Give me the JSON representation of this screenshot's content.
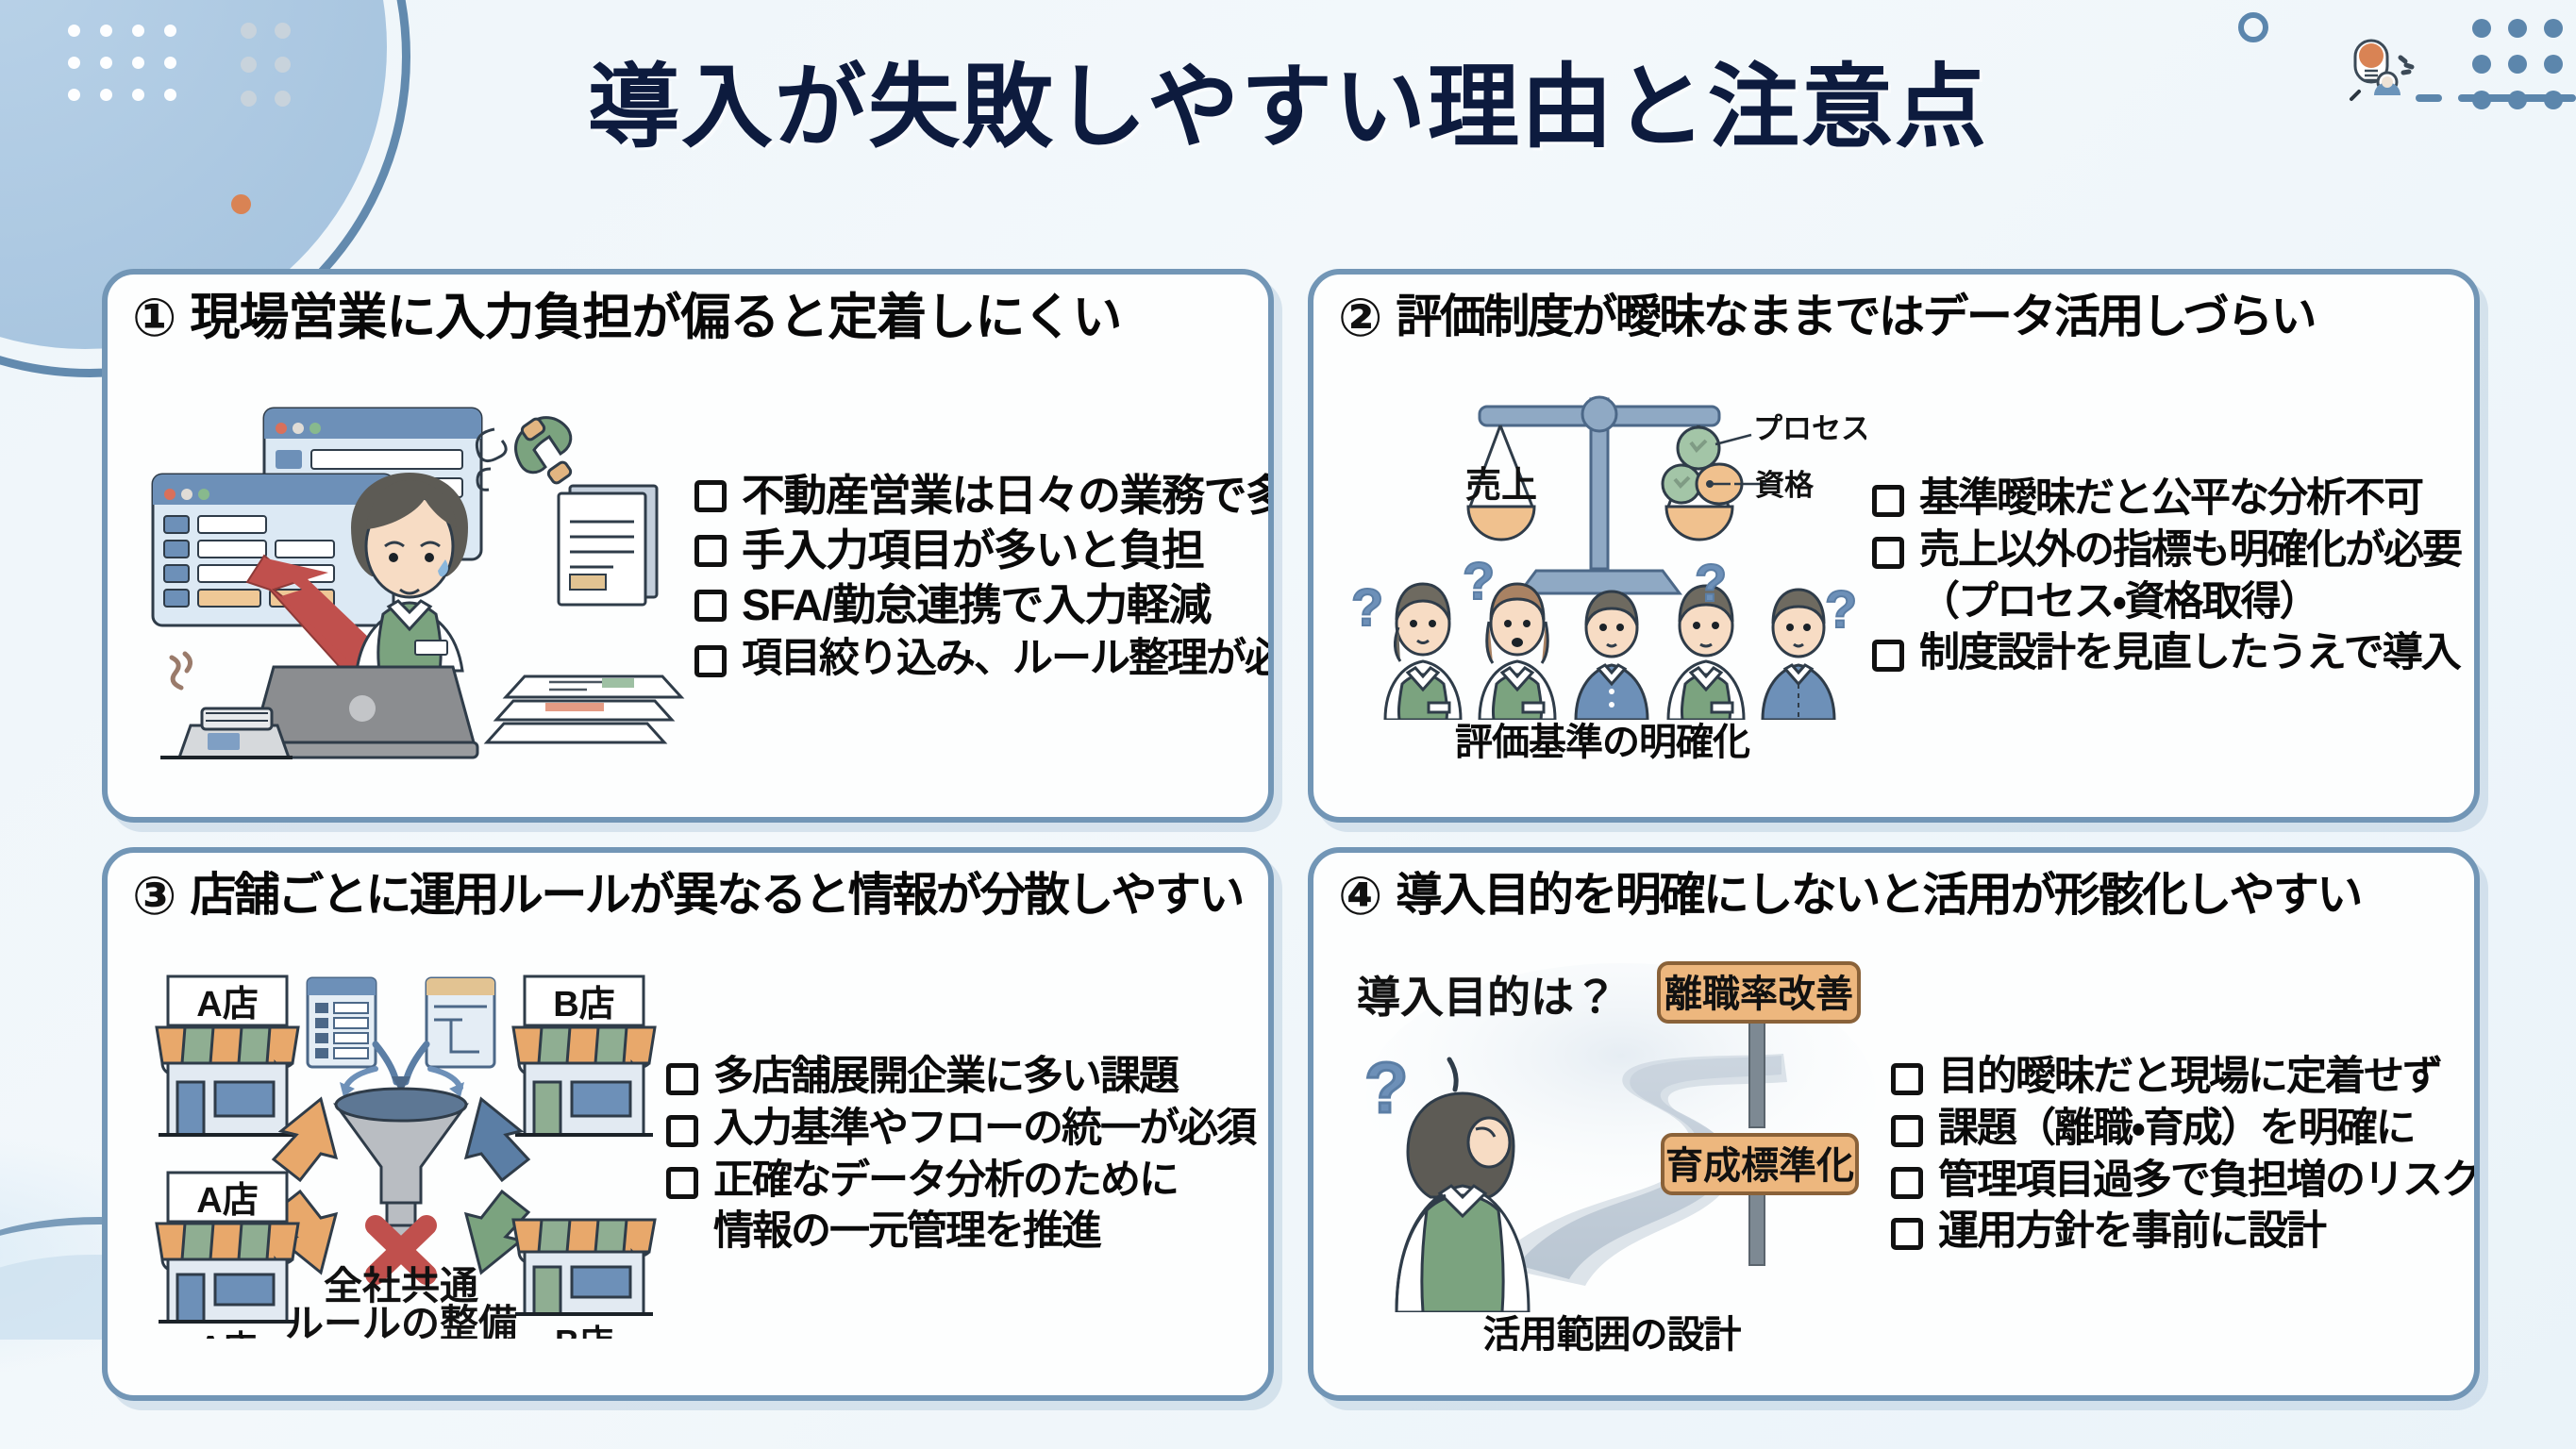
{
  "title": "導入が失敗しやすい理由と注意点",
  "decorations": {
    "ring_icon": "circle-outline",
    "bulb_icon": "lightbulb-person-icon",
    "dot_grid_icon": "dot-grid",
    "dash_icon": "dashed-line",
    "wave_icon": "wave-shape",
    "blob_icon": "circle-blob"
  },
  "colors": {
    "title": "#0d1b3e",
    "card_border": "#7296b6",
    "card_bg": "#fdfefe",
    "page_bg": "#eef5fa",
    "accent_orange": "#d98354",
    "accent_blue": "#5c86ac",
    "accent_green": "#7ba37f",
    "accent_red": "#c0504d"
  },
  "cards": [
    {
      "number": "①",
      "title": "現場営業に入力負担が偏ると定着しにくい",
      "illustration": {
        "name": "busy-sales-person-at-laptop",
        "caption": ""
      },
      "checks": [
        "不動産営業は日々の業務で多忙",
        "手入力項目が多いと負担",
        "SFA/勤怠連携で入力軽減",
        "項目絞り込み、ルール整理が必要"
      ]
    },
    {
      "number": "②",
      "title": "評価制度が曖昧なままではデータ活用しづらい",
      "illustration": {
        "name": "balance-scale-with-employees",
        "caption": "評価基準の明確化",
        "labels": {
          "left_pan": "売上",
          "right_pan_top": "プロセス",
          "right_pan_bottom": "資格"
        }
      },
      "checks": [
        "基準曖昧だと公平な分析不可",
        "売上以外の指標も明確化が必要",
        "（プロセス・資格取得）",
        "制度設計を見直したうえで導入"
      ],
      "checks_no_box": [
        2
      ]
    },
    {
      "number": "③",
      "title": "店舗ごとに運用ルールが異なると情報が分散しやすい",
      "illustration": {
        "name": "stores-funnel-diagram",
        "caption_line1": "全社共通",
        "caption_line2": "ルールの整備",
        "labels": {
          "store_top_left": "A店",
          "store_top_right": "B店",
          "store_bottom_left": "A店",
          "store_bottom_left_foot": "A店",
          "store_bottom_right_foot": "B店"
        }
      },
      "checks": [
        "多店舗展開企業に多い課題",
        "入力基準やフローの統一が必須",
        "正確なデータ分析のために",
        "情報の一元管理を推進"
      ],
      "checks_no_box": [
        3
      ]
    },
    {
      "number": "④",
      "title": "導入目的を明確にしないと活用が形骸化しやすい",
      "illustration": {
        "name": "person-at-forked-road-with-signposts",
        "caption": "活用範囲の設計",
        "labels": {
          "question": "導入目的は？",
          "sign_top": "離職率改善",
          "sign_bottom": "育成標準化"
        }
      },
      "checks": [
        "目的曖昧だと現場に定着せず",
        "課題（離職・育成）を明確に",
        "管理項目過多で負担増のリスク",
        "運用方針を事前に設計"
      ]
    }
  ]
}
